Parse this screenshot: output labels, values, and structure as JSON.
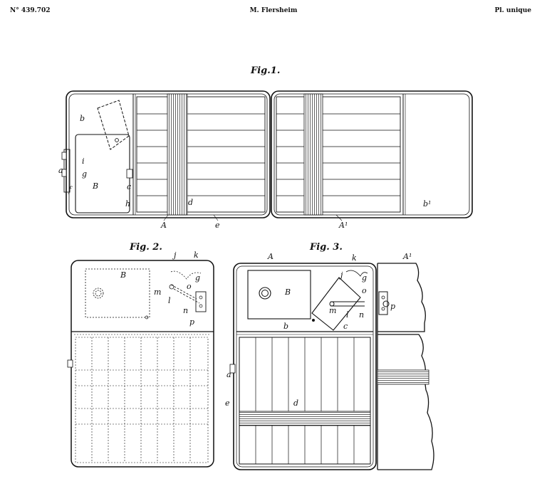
{
  "header": {
    "patent_number": "N° 439.702",
    "inventor": "M. Flersheim",
    "plate": "Pl. unique"
  },
  "figures": {
    "fig1_caption": "Fig.1.",
    "fig2_caption": "Fig. 2.",
    "fig3_caption": "Fig. 3."
  },
  "fig1_labels": {
    "b": "b",
    "a": "a",
    "i": "i",
    "g": "g",
    "f": "f",
    "B": "B",
    "c": "c",
    "h": "h",
    "d": "d",
    "A": "A",
    "e": "e",
    "A1": "A¹",
    "b1": "b¹"
  },
  "fig2_labels": {
    "B": "B",
    "j": "j",
    "k": "k",
    "g": "g",
    "o": "o",
    "m": "m",
    "l": "l",
    "n": "n",
    "p": "p"
  },
  "fig3_labels": {
    "A": "A",
    "A1": "A¹",
    "k": "k",
    "j": "j",
    "g": "g",
    "B": "B",
    "o": "o",
    "m": "m",
    "l": "l",
    "n": "n",
    "p": "p",
    "b": "b",
    "c": "c",
    "a": "a",
    "d": "d",
    "e": "e"
  }
}
